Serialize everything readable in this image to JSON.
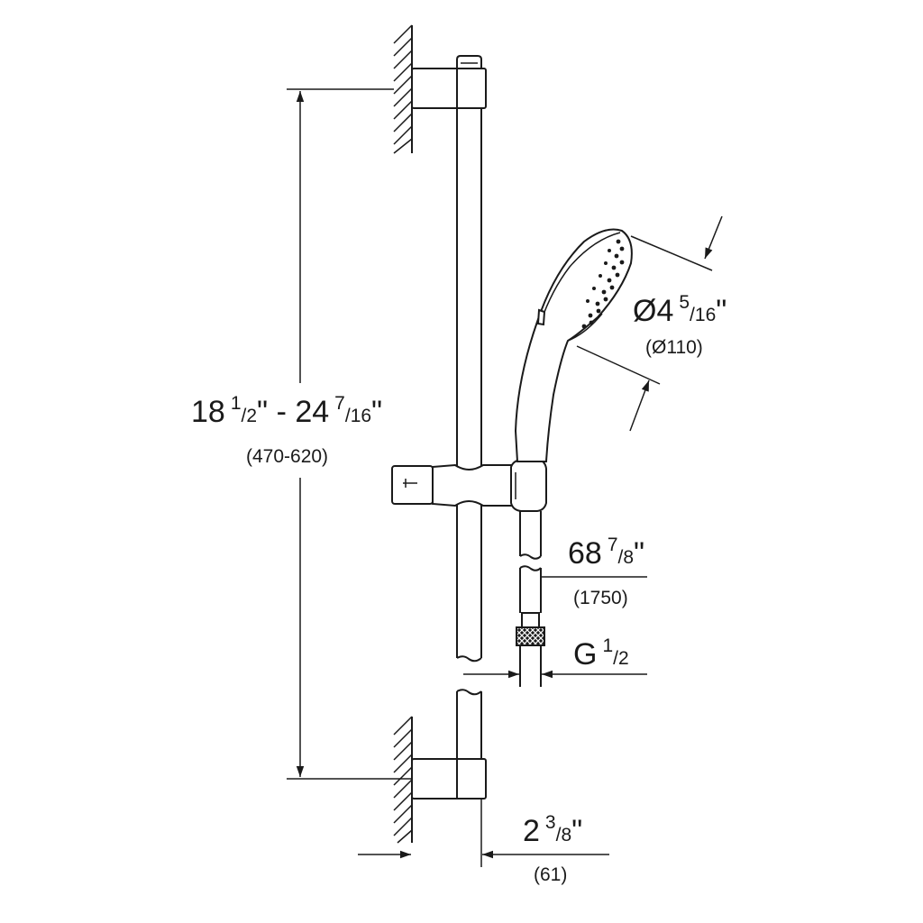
{
  "dimensions": {
    "rail_height": {
      "main": "18",
      "frac1_num": "1",
      "frac1_den": "2",
      "sep": "\" - 24",
      "frac2_num": "7",
      "frac2_den": "16",
      "quote": "\"",
      "metric": "(470-620)"
    },
    "head_diameter": {
      "main": "Ø4",
      "frac_num": "5",
      "frac_den": "16",
      "quote": "\"",
      "metric": "(Ø110)"
    },
    "hose_length": {
      "main": "68",
      "frac_num": "7",
      "frac_den": "8",
      "quote": "\"",
      "metric": "(1750)"
    },
    "connection": {
      "main": "G",
      "frac_num": "1",
      "frac_den": "2"
    },
    "wall_offset": {
      "main": "2",
      "frac_num": "3",
      "frac_den": "8",
      "quote": "\"",
      "metric": "(61)"
    }
  }
}
